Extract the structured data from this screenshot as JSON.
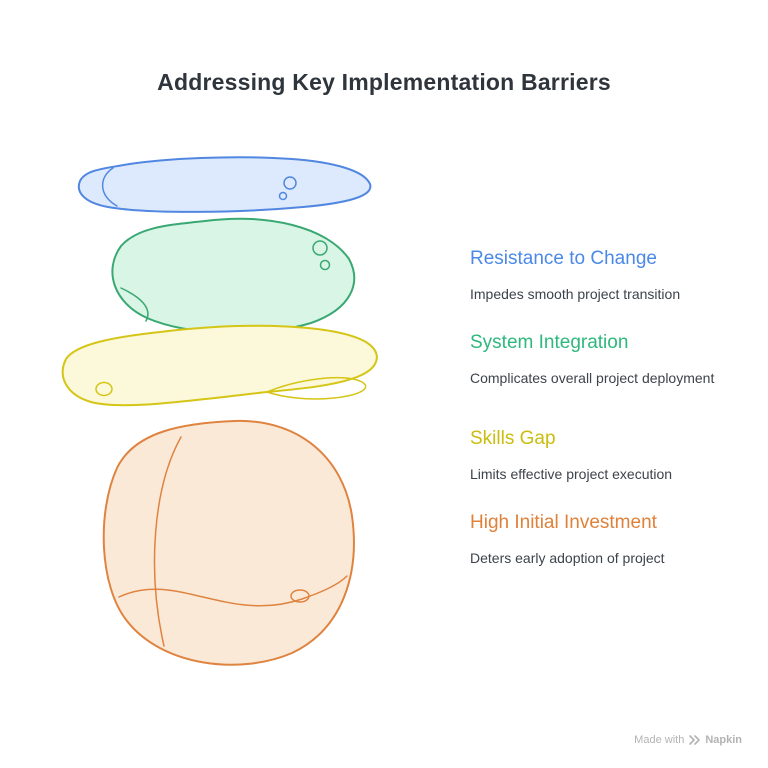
{
  "title": "Addressing Key Implementation Barriers",
  "colors": {
    "title_text": "#2f353c",
    "description_text": "#3d434b",
    "watermark": "#b3b3b3"
  },
  "items": [
    {
      "label": "Resistance to Change",
      "description": "Impedes smooth project transition",
      "accent": "#4a89e8",
      "fill": "#dde9fc",
      "stroke": "#5187e0"
    },
    {
      "label": "System Integration",
      "description": "Complicates overall project deployment",
      "accent": "#2eb87d",
      "fill": "#d8f5e6",
      "stroke": "#3aa873"
    },
    {
      "label": "Skills Gap",
      "description": "Limits effective project execution",
      "accent": "#cbbd0e",
      "fill": "#fcf8da",
      "stroke": "#d4c516"
    },
    {
      "label": "High Initial Investment",
      "description": "Deters early adoption of project",
      "accent": "#e0813a",
      "fill": "#fbe9d7",
      "stroke": "#df8340"
    }
  ],
  "watermark": {
    "prefix": "Made with",
    "brand": "Napkin"
  }
}
